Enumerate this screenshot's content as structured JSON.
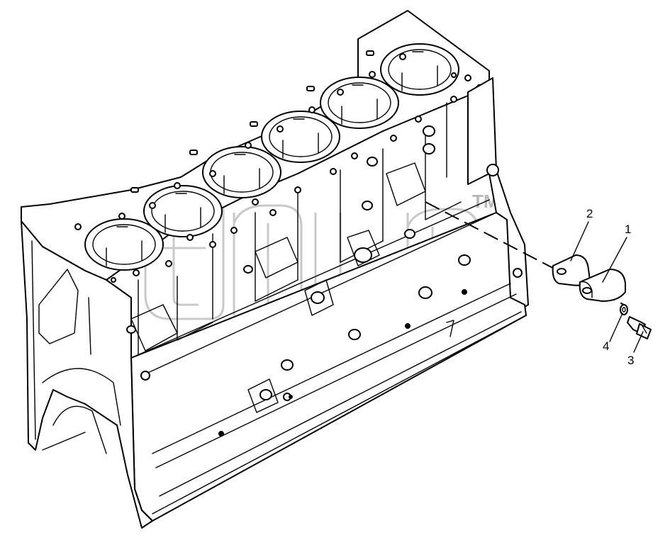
{
  "diagram": {
    "watermark_mark": "TM",
    "callouts": [
      {
        "id": "1",
        "text": "1",
        "part": "cover-plate"
      },
      {
        "id": "2",
        "text": "2",
        "part": "gasket"
      },
      {
        "id": "3",
        "text": "3",
        "part": "bolt"
      },
      {
        "id": "4",
        "text": "4",
        "part": "washer"
      }
    ],
    "cylinder_count": 6
  }
}
